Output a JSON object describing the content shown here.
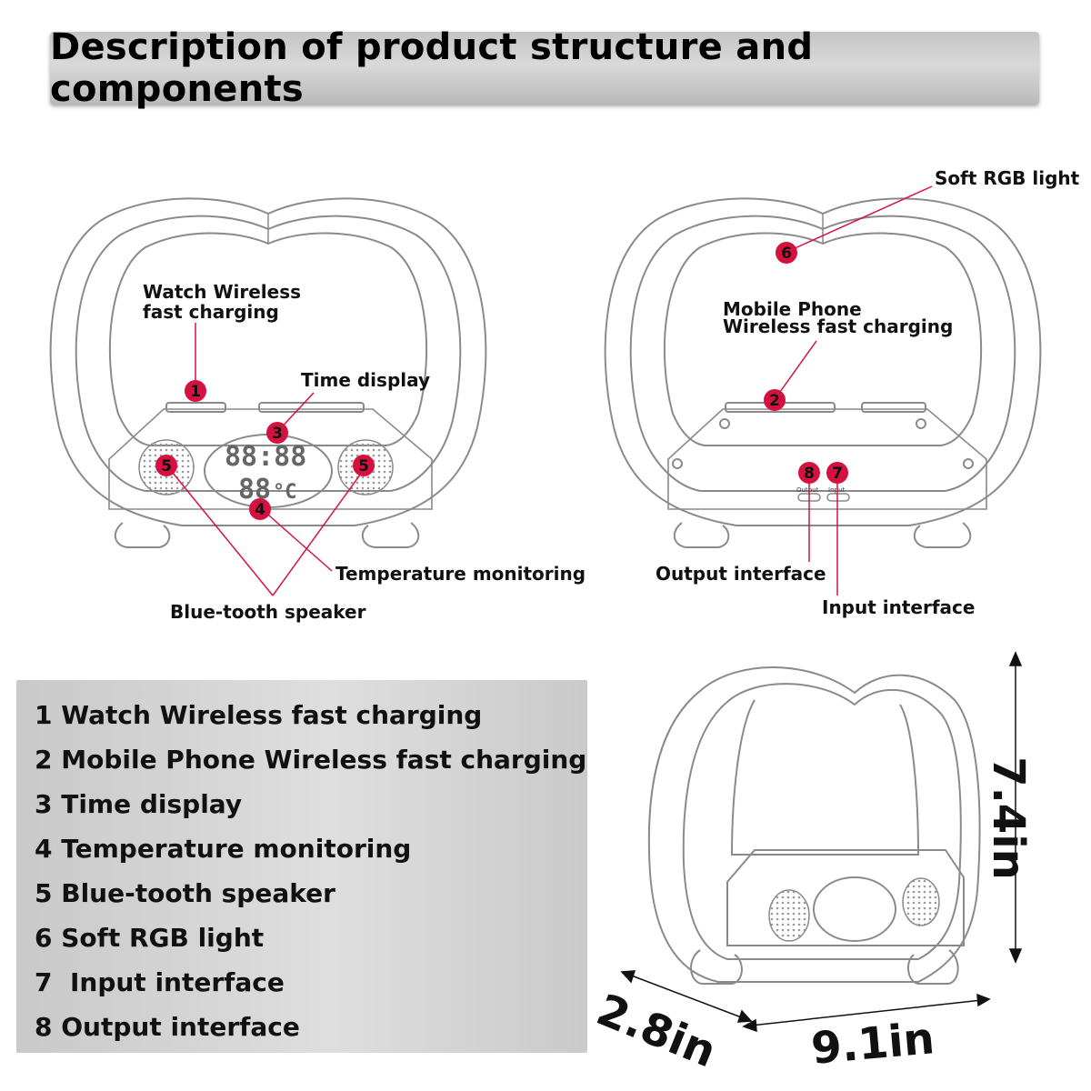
{
  "title": "Description of product structure and components",
  "callouts": {
    "watch_wireless": [
      "Watch Wireless",
      "fast charging"
    ],
    "time_display": "Time display",
    "temperature_monitoring": "Temperature monitoring",
    "bluetooth_speaker": "Blue-tooth speaker",
    "soft_rgb_light": "Soft RGB light",
    "mobile_phone_wireless": [
      "Mobile Phone",
      "Wireless fast charging"
    ],
    "output_interface": "Output interface",
    "input_interface": "Input interface"
  },
  "markers": {
    "watch_charging": "1",
    "phone_charging": "2",
    "time_display": "3",
    "temperature": "4",
    "speaker": "5",
    "rgb_light": "6",
    "input": "7",
    "output": "8"
  },
  "port_labels": {
    "output": "Output",
    "input": "Input"
  },
  "display_digits": {
    "time": "88:88",
    "temp": "88",
    "unit": "°C"
  },
  "legend": [
    "1 Watch Wireless fast charging",
    "2 Mobile Phone Wireless fast charging",
    "3 Time display",
    "4 Temperature monitoring",
    "5 Blue-tooth speaker",
    "6 Soft RGB light",
    "7  Input interface",
    "8 Output interface"
  ],
  "dimensions": {
    "height": "7.4in",
    "depth": "2.8in",
    "width": "9.1in"
  },
  "colors": {
    "marker": "#d5123f",
    "title_bar": "#cfcfcf",
    "legend_box": "#d4d4d4",
    "callout_line": "#d5123f",
    "outline": "#8a8a8a"
  }
}
